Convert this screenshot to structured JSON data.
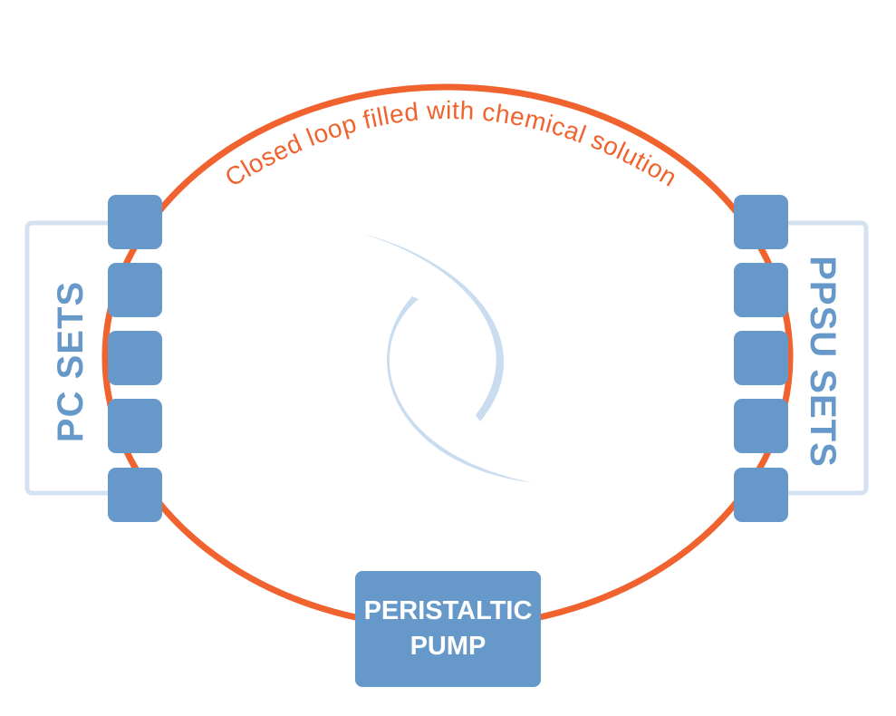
{
  "loop_label": "Closed loop filled with chemical solution",
  "left_group": {
    "label": "PC SETS",
    "connector_count": 5
  },
  "right_group": {
    "label": "PPSU SETS",
    "connector_count": 5
  },
  "pump": {
    "line1": "PERISTALTIC",
    "line2": "PUMP"
  },
  "colors": {
    "loop": "#f0622e",
    "box": "#6699c9",
    "bracket": "#d3e1f1",
    "logo": "#c9dcf0"
  }
}
